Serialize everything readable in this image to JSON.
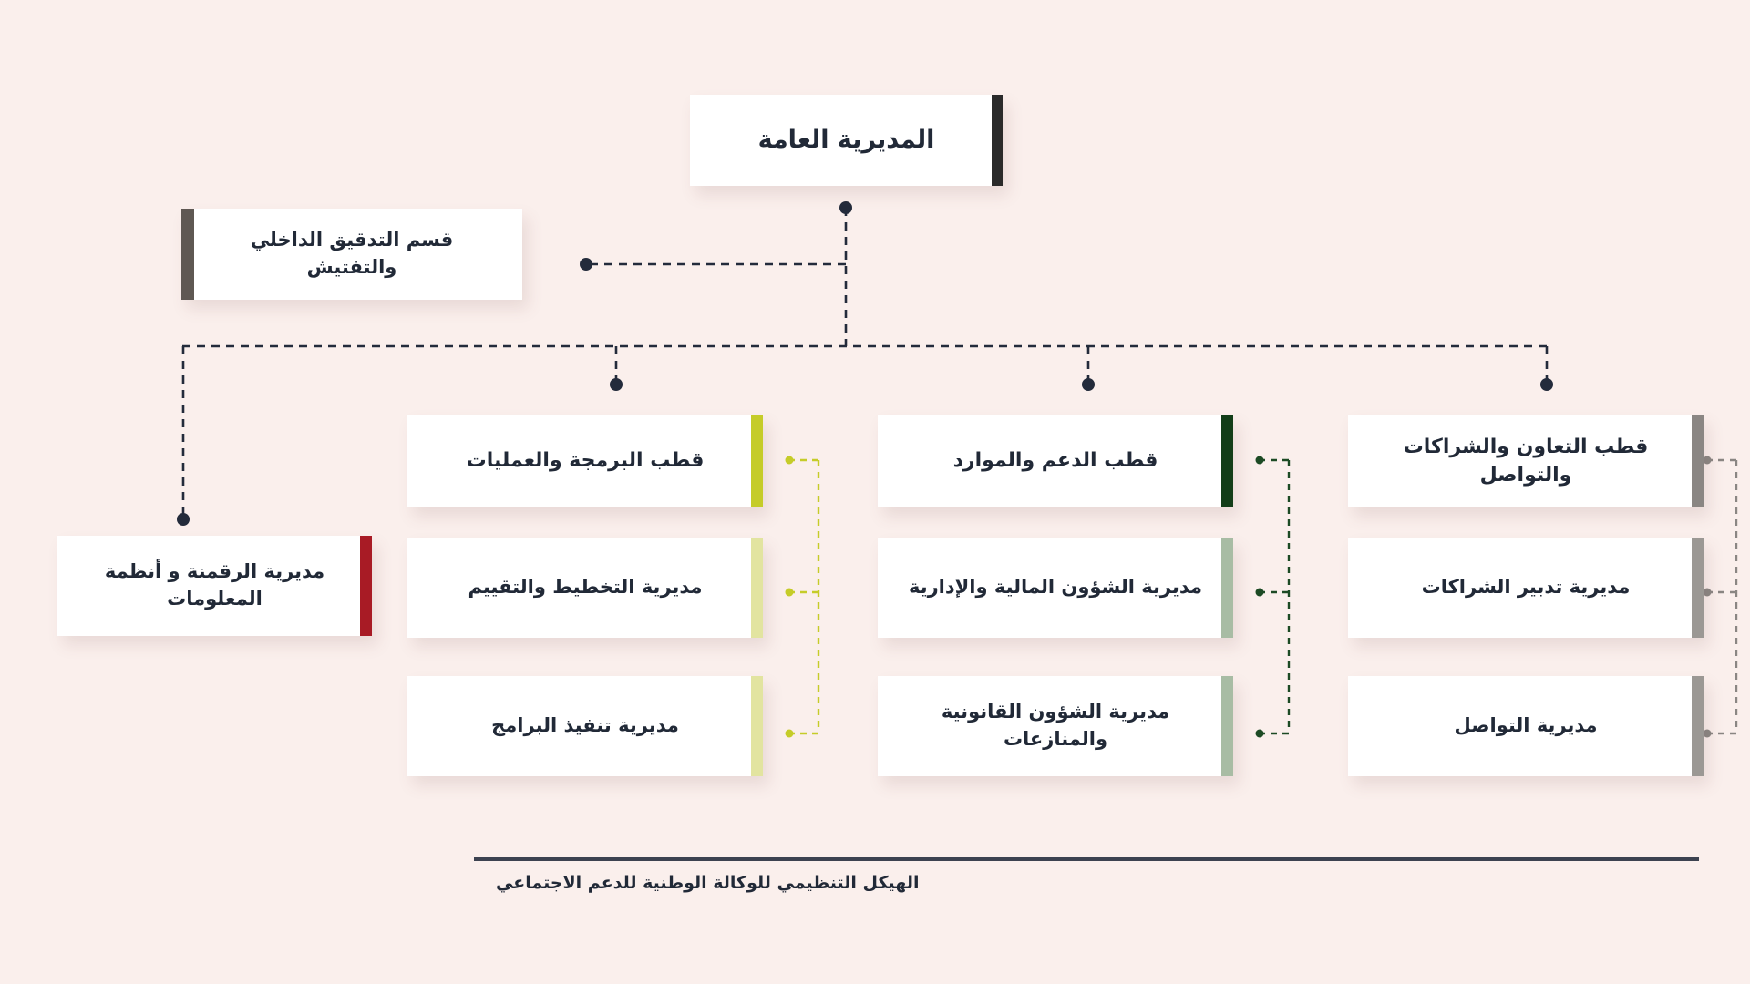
{
  "page": {
    "background_color": "#FAEFEC",
    "text_color": "#212937",
    "direction": "rtl",
    "language": "ar"
  },
  "root": {
    "label": "المديرية العامة",
    "accent_color": "#2A2A2A",
    "accent_side": "right"
  },
  "staff_unit": {
    "label": "قسم التدقيق الداخلي والتفتيش",
    "accent_color": "#5F5853",
    "accent_side": "left"
  },
  "standalone": {
    "label": "مديرية الرقمنة و أنظمة المعلومات",
    "accent_color": "#A81B25",
    "accent_side": "right"
  },
  "columns": [
    {
      "key": "programming",
      "head": {
        "label": "قطب البرمجة والعمليات",
        "accent_color": "#C5CC29",
        "accent_side": "right"
      },
      "connector_color": "#C5CC29",
      "children": [
        {
          "label": "مديرية التخطيط والتقييم",
          "accent_color": "#E2E4A0",
          "accent_side": "right"
        },
        {
          "label": "مديرية تنفيذ البرامج",
          "accent_color": "#E2E4A0",
          "accent_side": "right"
        }
      ]
    },
    {
      "key": "support",
      "head": {
        "label": "قطب الدعم والموارد",
        "accent_color": "#123D18",
        "accent_side": "right"
      },
      "connector_color": "#1C4A24",
      "children": [
        {
          "label": "مديرية الشؤون المالية والإدارية",
          "accent_color": "#A8BCA4",
          "accent_side": "right"
        },
        {
          "label": "مديرية الشؤون القانونية والمنازعات",
          "accent_color": "#A8BCA4",
          "accent_side": "right"
        }
      ]
    },
    {
      "key": "cooperation",
      "head": {
        "label": "قطب التعاون والشراكات والتواصل",
        "accent_color": "#8A8683",
        "accent_side": "right"
      },
      "connector_color": "#8A8683",
      "children": [
        {
          "label": "مديرية تدبير الشراكات",
          "accent_color": "#9B9894",
          "accent_side": "right"
        },
        {
          "label": "مديرية التواصل",
          "accent_color": "#9B9894",
          "accent_side": "right"
        }
      ]
    }
  ],
  "connectors": {
    "main_color": "#232B3B",
    "style": "dashed"
  },
  "footer": {
    "caption": "الهيكل التنظيمي للوكالة الوطنية للدعم الاجتماعي",
    "rule_color": "#3C4250"
  }
}
